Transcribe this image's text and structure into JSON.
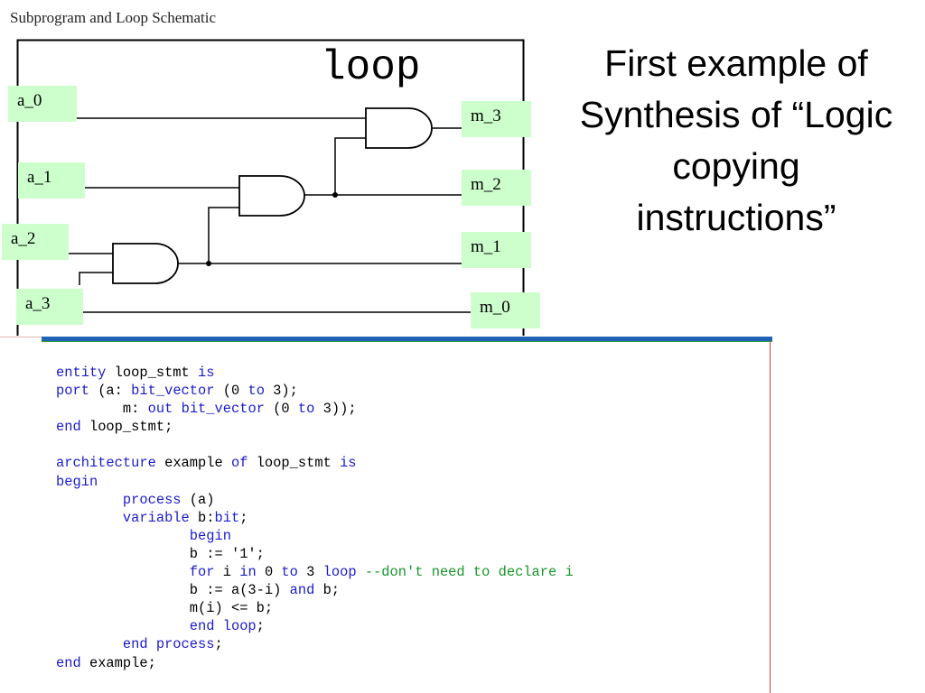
{
  "schematic": {
    "caption": "Subprogram and Loop Schematic",
    "box_label": "loop",
    "inputs": [
      "a_0",
      "a_1",
      "a_2",
      "a_3"
    ],
    "outputs": [
      "m_3",
      "m_2",
      "m_1",
      "m_0"
    ]
  },
  "title_lines": [
    "First example of",
    "Synthesis of “Logic",
    "copying",
    "instructions”"
  ],
  "code": [
    [
      [
        "entity",
        "kw"
      ],
      [
        " loop_stmt ",
        ""
      ],
      [
        "is",
        "kw"
      ]
    ],
    [
      [
        "port",
        "kw"
      ],
      [
        " (a: ",
        ""
      ],
      [
        "bit_vector",
        "kw"
      ],
      [
        " (0 ",
        ""
      ],
      [
        "to",
        "kw"
      ],
      [
        " 3);",
        ""
      ]
    ],
    [
      [
        "        m: ",
        ""
      ],
      [
        "out",
        "kw"
      ],
      [
        " ",
        ""
      ],
      [
        "bit_vector",
        "kw"
      ],
      [
        " (0 ",
        ""
      ],
      [
        "to",
        "kw"
      ],
      [
        " 3));",
        ""
      ]
    ],
    [
      [
        "end",
        "kw"
      ],
      [
        " loop_stmt;",
        ""
      ]
    ],
    [],
    [
      [
        "architecture",
        "kw"
      ],
      [
        " example ",
        ""
      ],
      [
        "of",
        "kw"
      ],
      [
        " loop_stmt ",
        ""
      ],
      [
        "is",
        "kw"
      ]
    ],
    [
      [
        "begin",
        "kw"
      ]
    ],
    [
      [
        "        ",
        ""
      ],
      [
        "process",
        "kw"
      ],
      [
        " (a)",
        ""
      ]
    ],
    [
      [
        "        ",
        ""
      ],
      [
        "variable",
        "kw"
      ],
      [
        " b:",
        ""
      ],
      [
        "bit",
        "kw"
      ],
      [
        ";",
        ""
      ]
    ],
    [
      [
        "                ",
        ""
      ],
      [
        "begin",
        "kw"
      ]
    ],
    [
      [
        "                b := '1';",
        ""
      ]
    ],
    [
      [
        "                ",
        ""
      ],
      [
        "for",
        "kw"
      ],
      [
        " i ",
        ""
      ],
      [
        "in",
        "kw"
      ],
      [
        " 0 ",
        ""
      ],
      [
        "to",
        "kw"
      ],
      [
        " 3 ",
        ""
      ],
      [
        "loop",
        "kw"
      ],
      [
        " ",
        ""
      ],
      [
        "--don't need to declare i",
        "cm"
      ]
    ],
    [
      [
        "                b := a(3-i) ",
        ""
      ],
      [
        "and",
        "kw"
      ],
      [
        " b;",
        ""
      ]
    ],
    [
      [
        "                m(i) <= b;",
        ""
      ]
    ],
    [
      [
        "                ",
        ""
      ],
      [
        "end loop",
        "kw"
      ],
      [
        ";",
        ""
      ]
    ],
    [
      [
        "        ",
        ""
      ],
      [
        "end process",
        "kw"
      ],
      [
        ";",
        ""
      ]
    ],
    [
      [
        "end",
        "kw"
      ],
      [
        " example;",
        ""
      ]
    ]
  ]
}
